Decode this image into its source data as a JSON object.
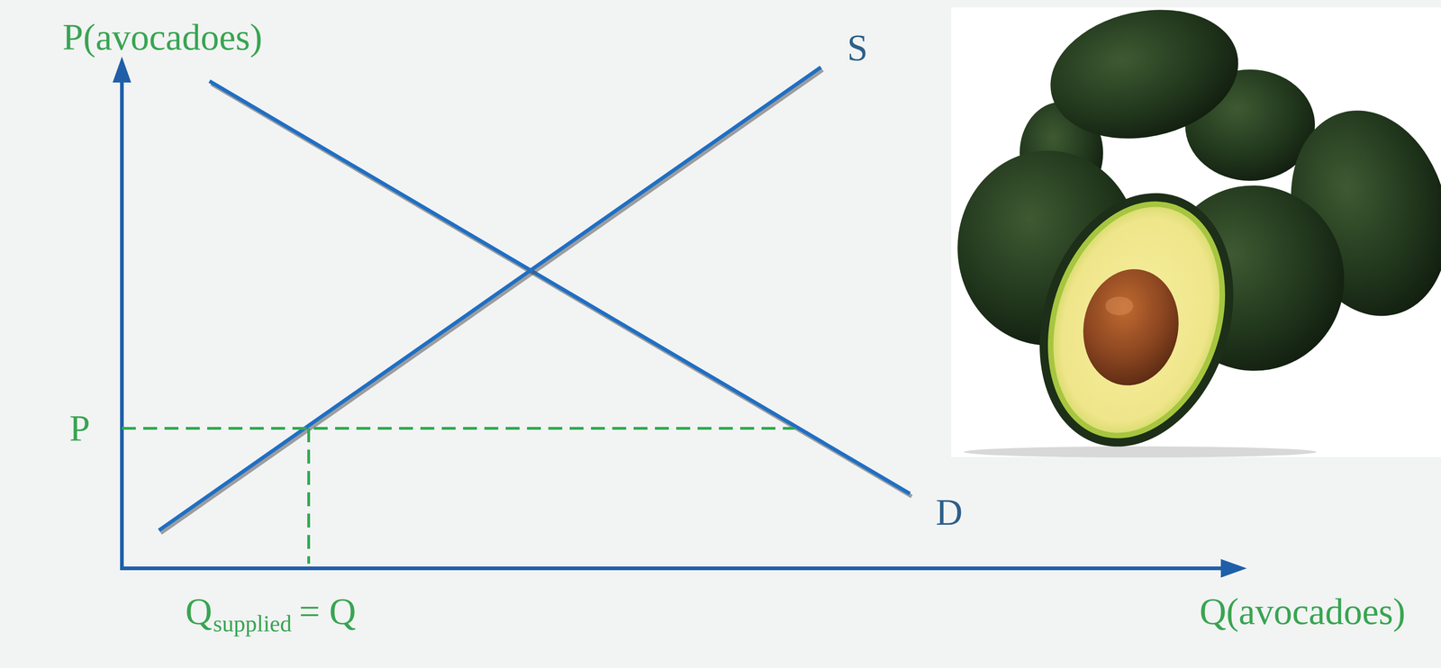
{
  "diagram": {
    "labels": [
      "P(avocadoes)",
      "S",
      "D",
      "P",
      "Q",
      "supplied",
      "= Q",
      "Q(avocadoes)"
    ]
  }
}
